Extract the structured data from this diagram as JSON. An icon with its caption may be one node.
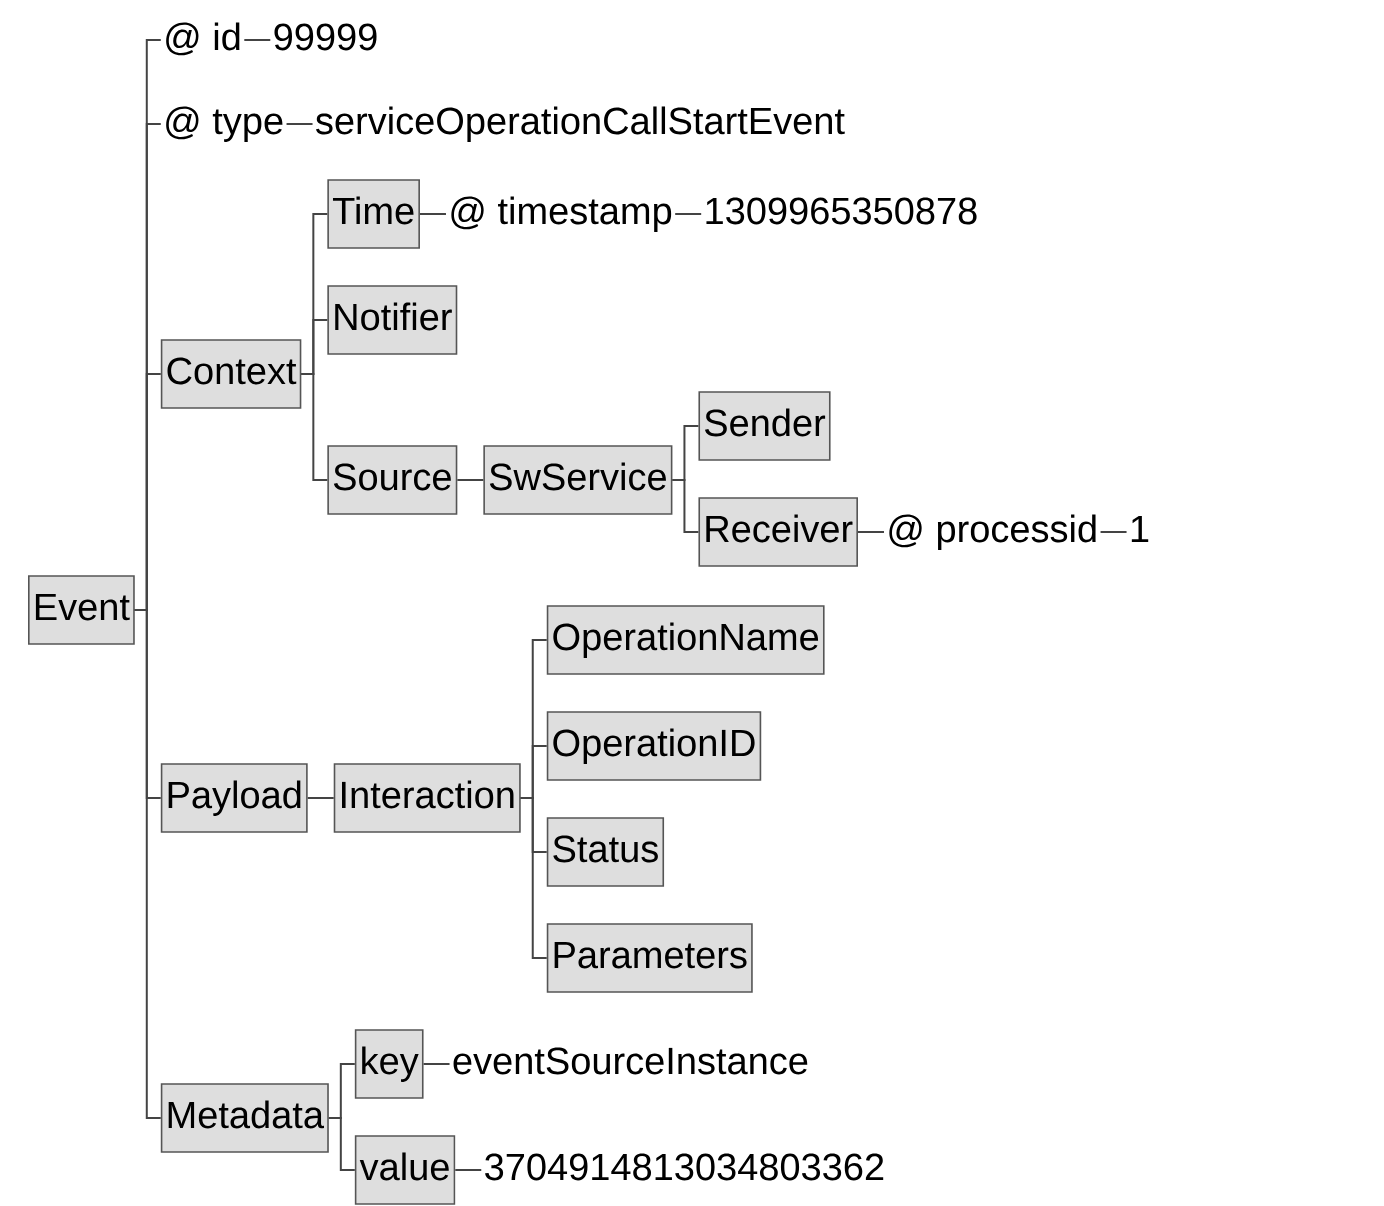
{
  "diagram": {
    "nodes": [
      {
        "text": [
          "Event"
        ]
      },
      {
        "text": [
          "@ id"
        ]
      },
      {
        "text": [
          "99999"
        ]
      },
      {
        "text": [
          "@ type"
        ]
      },
      {
        "text": [
          "serviceOperationCallStartEvent"
        ]
      },
      {
        "text": [
          "Context"
        ]
      },
      {
        "text": [
          "Time"
        ]
      },
      {
        "text": [
          "@ timestamp"
        ]
      },
      {
        "text": [
          "1309965350878"
        ]
      },
      {
        "text": [
          "Notifier"
        ]
      },
      {
        "text": [
          "Source"
        ]
      },
      {
        "text": [
          "SwService"
        ]
      },
      {
        "text": [
          "Sender"
        ]
      },
      {
        "text": [
          "Receiver"
        ]
      },
      {
        "text": [
          "@ processid"
        ]
      },
      {
        "text": [
          "1"
        ]
      },
      {
        "text": [
          "Payload"
        ]
      },
      {
        "text": [
          "Interaction"
        ]
      },
      {
        "text": [
          "OperationName"
        ]
      },
      {
        "text": [
          "OperationID"
        ]
      },
      {
        "text": [
          "Status"
        ]
      },
      {
        "text": [
          "Parameters"
        ]
      },
      {
        "text": [
          "Metadata"
        ]
      },
      {
        "text": [
          "key"
        ]
      },
      {
        "text": [
          "eventSourceInstance"
        ]
      },
      {
        "text": [
          "value"
        ]
      },
      {
        "text": [
          "3704914813034803362"
        ]
      }
    ],
    "edges": [
      {
        "from": 0,
        "to": 1,
        "arrow": "none"
      },
      {
        "from": 1,
        "to": 2,
        "arrow": "none"
      },
      {
        "from": 0,
        "to": 3,
        "arrow": "none"
      },
      {
        "from": 3,
        "to": 4,
        "arrow": "none"
      },
      {
        "from": 0,
        "to": 5,
        "arrow": "none"
      },
      {
        "from": 5,
        "to": 6,
        "arrow": "none"
      },
      {
        "from": 6,
        "to": 7,
        "arrow": "none"
      },
      {
        "from": 7,
        "to": 8,
        "arrow": "none"
      },
      {
        "from": 5,
        "to": 9,
        "arrow": "none"
      },
      {
        "from": 5,
        "to": 10,
        "arrow": "none"
      },
      {
        "from": 10,
        "to": 11,
        "arrow": "none"
      },
      {
        "from": 11,
        "to": 12,
        "arrow": "none"
      },
      {
        "from": 11,
        "to": 13,
        "arrow": "none"
      },
      {
        "from": 13,
        "to": 14,
        "arrow": "none"
      },
      {
        "from": 14,
        "to": 15,
        "arrow": "none"
      },
      {
        "from": 0,
        "to": 16,
        "arrow": "none"
      },
      {
        "from": 16,
        "to": 17,
        "arrow": "none"
      },
      {
        "from": 17,
        "to": 18,
        "arrow": "none"
      },
      {
        "from": 17,
        "to": 19,
        "arrow": "none"
      },
      {
        "from": 17,
        "to": 20,
        "arrow": "none"
      },
      {
        "from": 17,
        "to": 21,
        "arrow": "none"
      },
      {
        "from": 0,
        "to": 22,
        "arrow": "none"
      },
      {
        "from": 22,
        "to": 23,
        "arrow": "none"
      },
      {
        "from": 23,
        "to": 24,
        "arrow": "none"
      },
      {
        "from": 22,
        "to": 25,
        "arrow": "none"
      },
      {
        "from": 25,
        "to": 26,
        "arrow": "none"
      }
    ]
  }
}
